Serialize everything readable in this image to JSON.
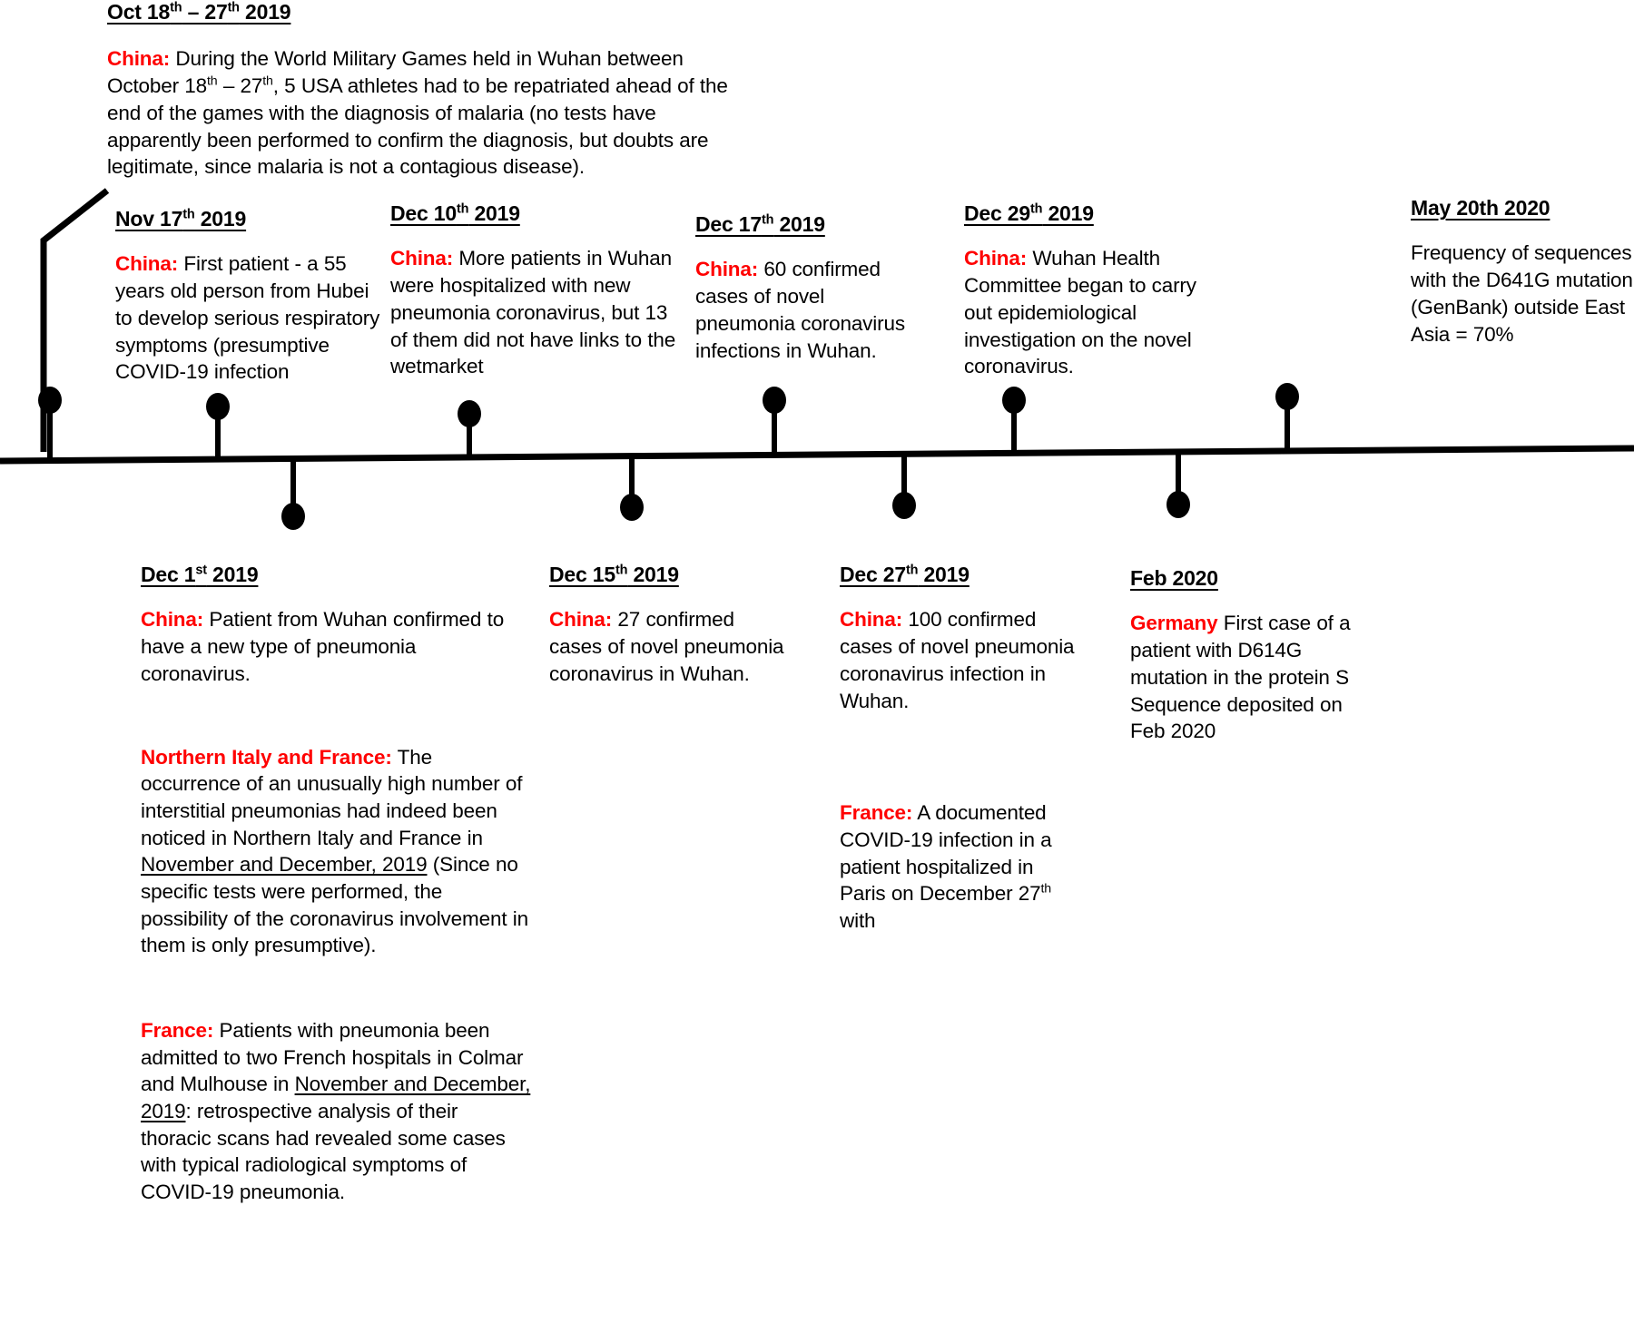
{
  "diagram": {
    "title": "COVID-19 early-events timeline",
    "accent_color": "#ff0000",
    "line_color": "#000000"
  },
  "events": {
    "oct18": {
      "date_prefix": "Oct 18",
      "date_sup1": "th",
      "date_mid": " – 27",
      "date_sup2": "th",
      "date_suffix": " 2019",
      "label": "China:",
      "text_a": " During the World Military Games held in Wuhan between October 18",
      "sup_a": "th",
      "text_b": " – 27",
      "sup_b": "th",
      "text_c": ", 5 USA athletes had to be repatriated ahead of the end of the games with the diagnosis of malaria (no tests have apparently been performed to confirm the diagnosis, but doubts are legitimate, since malaria is not a contagious disease)."
    },
    "nov17": {
      "date_prefix": "Nov 17",
      "date_sup1": "th",
      "date_suffix": " 2019",
      "label": "China:",
      "text": " First patient - a 55 years old person from Hubei to develop serious respiratory symptoms (presumptive COVID-19 infection"
    },
    "dec01": {
      "date_prefix": "Dec 1",
      "date_sup1": "st",
      "date_suffix": " 2019",
      "p1_label": "China:",
      "p1_text": " Patient from Wuhan confirmed to have a new type of pneumonia coronavirus.",
      "p2_label": "Northern Italy and France:",
      "p2_text_a": " The occurrence of an unusually high number of interstitial pneumonias had indeed been noticed in Northern Italy and France in ",
      "p2_underline": "November and December, 2019",
      "p2_text_b": " (Since no specific tests were performed, the possibility of the coronavirus involvement in them is only presumptive).",
      "p3_label": "France:",
      "p3_text_a": " Patients with pneumonia been admitted to two French hospitals in Colmar and Mulhouse in ",
      "p3_underline": "November and December, 2019",
      "p3_text_b": ": retrospective analysis of their thoracic scans had revealed some cases with typical radiological symptoms of COVID-19 pneumonia."
    },
    "dec10": {
      "date_prefix": "Dec 10",
      "date_sup1": "th",
      "date_suffix": " 2019",
      "label": "China:",
      "text": " More patients in Wuhan were hospitalized with new pneumonia coronavirus, but 13 of them did not have links to the wetmarket"
    },
    "dec15": {
      "date_prefix": "Dec 15",
      "date_sup1": "th",
      "date_suffix": " 2019",
      "label": "China:",
      "text": " 27 confirmed cases of novel pneumonia coronavirus in Wuhan."
    },
    "dec17": {
      "date_prefix": "Dec 17",
      "date_sup1": "th",
      "date_suffix": " 2019",
      "label": "China:",
      "text": " 60 confirmed cases of novel pneumonia coronavirus infections in Wuhan."
    },
    "dec27": {
      "date_prefix": "Dec 27",
      "date_sup1": "th",
      "date_suffix": " 2019",
      "p1_label": "China:",
      "p1_text": " 100 confirmed cases of novel pneumonia coronavirus infection in Wuhan.",
      "p2_label": "France:",
      "p2_text_a": " A documented COVID-19 infection in a patient hospitalized in Paris on December 27",
      "p2_sup": "th",
      "p2_text_b": " with"
    },
    "dec29": {
      "date_prefix": "Dec 29",
      "date_sup1": "th",
      "date_suffix": " 2019",
      "label": "China:",
      "text": " Wuhan Health Committee began to carry out epidemiological investigation on the novel coronavirus."
    },
    "feb2020": {
      "date_prefix": "Feb 2020",
      "label": "Germany",
      "text": " First case of a patient with D614G mutation in the protein S Sequence deposited on Feb 2020"
    },
    "may2020": {
      "date_prefix": "May 20th 2020",
      "text": "Frequency of sequences with the D641G mutation (GenBank) outside East Asia = 70%"
    }
  }
}
